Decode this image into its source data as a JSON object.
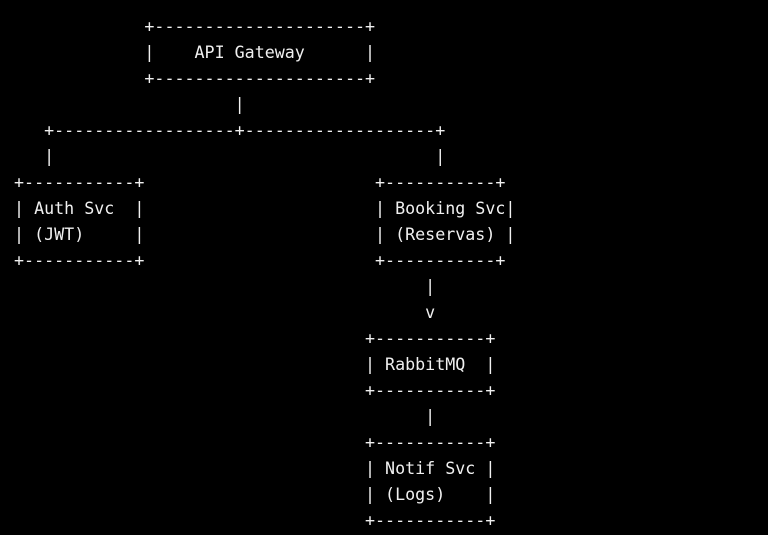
{
  "terminal": {
    "background_color": "#000000",
    "text_color": "#f0f0f0",
    "ascii_lines": [
      "              +---------------------+",
      "              |    API Gateway      |",
      "              +---------------------+",
      "                       |",
      "    +------------------+-------------------+",
      "    |                                      |",
      " +-----------+                       +-----------+",
      " | Auth Svc  |                       | Booking Svc|",
      " | (JWT)     |                       | (Reservas) |",
      " +-----------+                       +-----------+",
      "                                          |",
      "                                          v",
      "                                    +-----------+",
      "                                    | RabbitMQ  |",
      "                                    +-----------+",
      "                                          |",
      "                                    +-----------+",
      "                                    | Notif Svc |",
      "                                    | (Logs)    |",
      "                                    +-----------+"
    ]
  },
  "diagram": {
    "nodes": [
      {
        "name": "api-gateway",
        "label": "API Gateway"
      },
      {
        "name": "auth-svc",
        "label": "Auth Svc",
        "sublabel": "(JWT)"
      },
      {
        "name": "booking-svc",
        "label": "Booking Svc",
        "sublabel": "(Reservas)"
      },
      {
        "name": "rabbitmq",
        "label": "RabbitMQ"
      },
      {
        "name": "notif-svc",
        "label": "Notif Svc",
        "sublabel": "(Logs)"
      }
    ],
    "edges": [
      {
        "from": "api-gateway",
        "to": "auth-svc"
      },
      {
        "from": "api-gateway",
        "to": "booking-svc"
      },
      {
        "from": "booking-svc",
        "to": "rabbitmq",
        "arrow": "v"
      },
      {
        "from": "rabbitmq",
        "to": "notif-svc"
      }
    ]
  }
}
